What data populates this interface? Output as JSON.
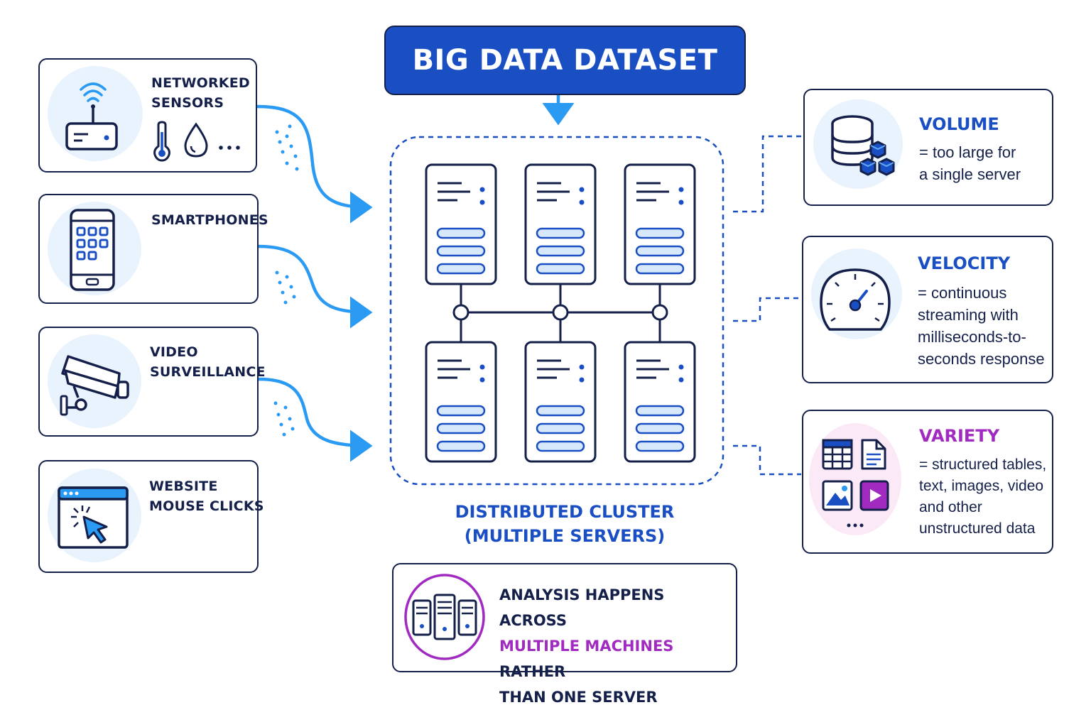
{
  "title": "BIG DATA DATASET",
  "sources": [
    {
      "id": "sensors",
      "label": "NETWORKED\nSENSORS",
      "icon": "router-icon",
      "extras": [
        "thermometer-icon",
        "water-drop-icon",
        "ellipsis-icon"
      ]
    },
    {
      "id": "smartphones",
      "label": "SMARTPHONES",
      "icon": "smartphone-icon"
    },
    {
      "id": "video",
      "label": "VIDEO\nSURVEILLANCE",
      "icon": "security-camera-icon"
    },
    {
      "id": "web",
      "label": "WEBSITE\nMOUSE CLICKS",
      "icon": "browser-click-icon"
    }
  ],
  "cluster": {
    "label_line1": "DISTRIBUTED CLUSTER",
    "label_line2": "(MULTIPLE SERVERS)",
    "server_count": 6
  },
  "characteristics": [
    {
      "id": "volume",
      "heading": "VOLUME",
      "description": "= too large for\na single server",
      "icon": "database-cubes-icon",
      "color": "#1a4fc4"
    },
    {
      "id": "velocity",
      "heading": "VELOCITY",
      "description": "= continuous\nstreaming with\nmilliseconds-to-\nseconds response",
      "icon": "speedometer-icon",
      "color": "#1a4fc4"
    },
    {
      "id": "variety",
      "heading": "VARIETY",
      "description": "= structured tables,\ntext, images, video\nand other\nunstructured data",
      "icon": "data-types-icon",
      "color": "#a12ac0"
    }
  ],
  "analysis": {
    "line1": "ANALYSIS HAPPENS ACROSS",
    "highlight": "MULTIPLE MACHINES",
    "line2_rest": " RATHER",
    "line3": "THAN ONE SERVER",
    "icon": "servers-group-icon"
  },
  "colors": {
    "navy": "#14204a",
    "blue": "#1a4fc4",
    "arrow_blue": "#2b9af3",
    "light_blue": "#e9f3fd",
    "purple": "#a12ac0",
    "light_pink": "#fbe9f8"
  }
}
